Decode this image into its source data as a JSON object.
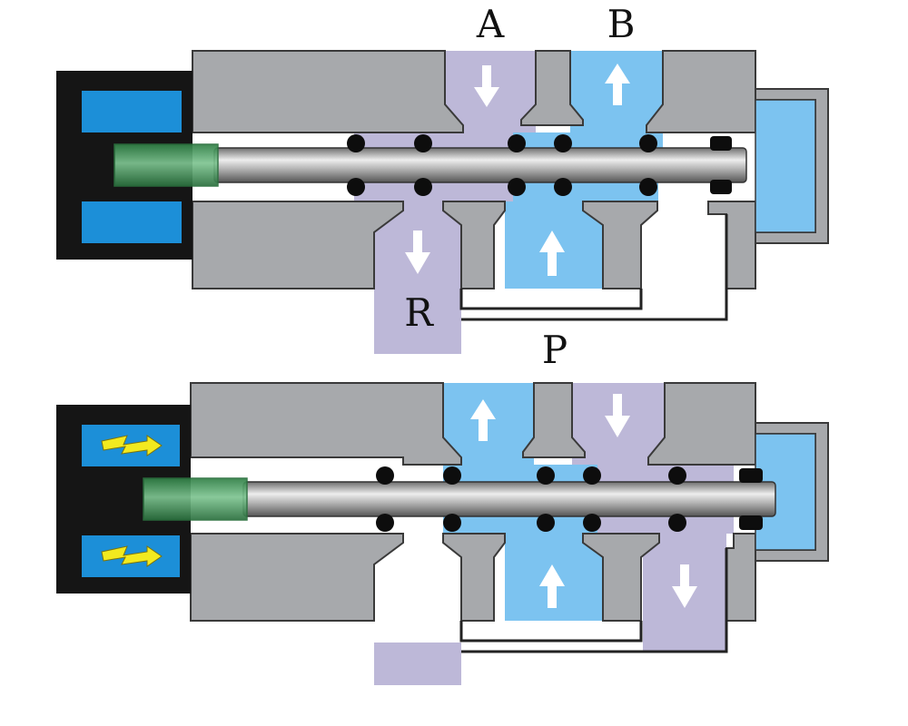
{
  "labels": {
    "A": "A",
    "B": "B",
    "R": "R",
    "P": "P"
  },
  "colors": {
    "body": "#A7A9AC",
    "body_stroke": "#3A3A3A",
    "pressure": "#7CC3F0",
    "exhaust": "#BDB8D8",
    "coil_housing": "#151515",
    "coil": "#1C8FD8",
    "plunger": "#3E9A5A",
    "arrow": "#FFFFFF",
    "lightning": "#F2EA1F"
  },
  "diagrams": [
    {
      "state": "de-energized",
      "coil_energized": false,
      "A": "exhaust",
      "B": "pressure"
    },
    {
      "state": "energized",
      "coil_energized": true,
      "A": "pressure",
      "B": "exhaust"
    }
  ]
}
